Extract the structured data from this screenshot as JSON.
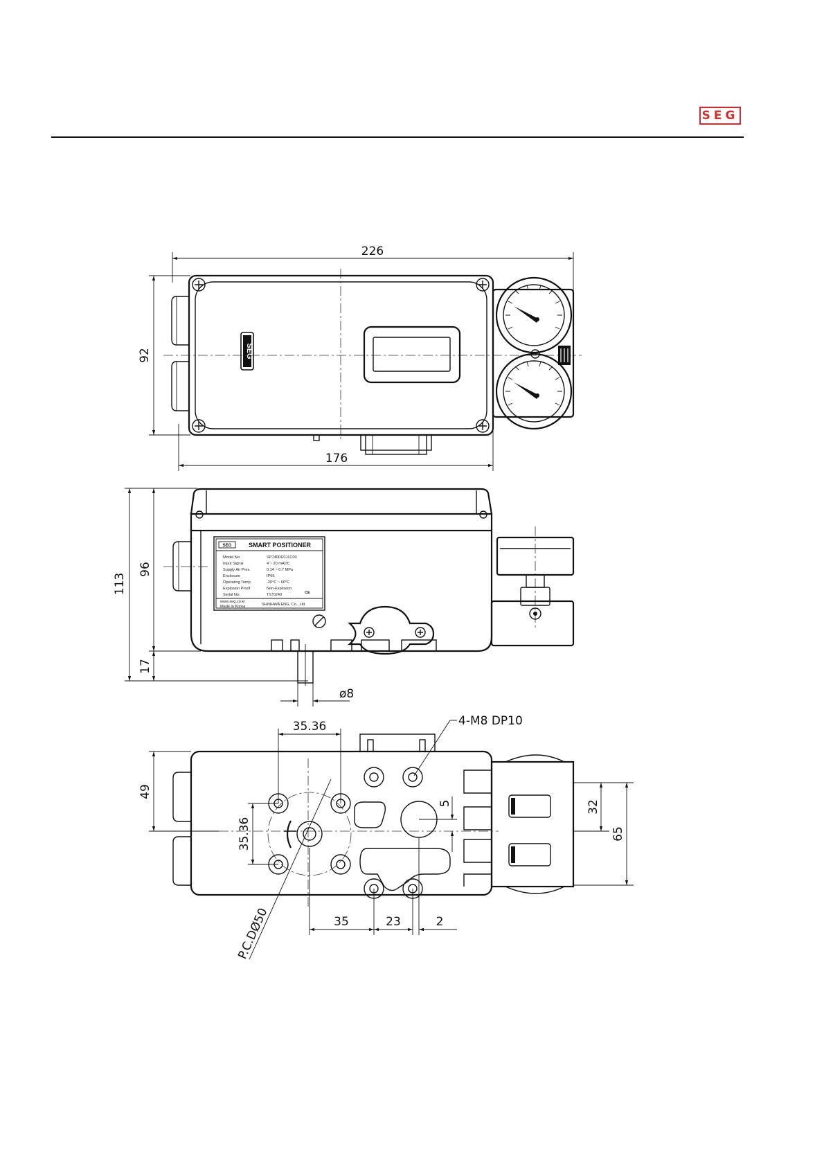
{
  "header": {
    "logo_text": "SEG",
    "logo_color": "#d52b2b"
  },
  "front_view": {
    "badge": "SEG",
    "dims": {
      "width_overall": "226",
      "height": "92",
      "body_width": "176"
    }
  },
  "side_view": {
    "nameplate": {
      "logo": "SEG",
      "title": "SMART POSITIONER",
      "rows": [
        {
          "label": "Model No.",
          "value": "SP740DR111C00"
        },
        {
          "label": "Input Signal",
          "value": "4 ~ 20 mADC"
        },
        {
          "label": "Supply Air Pres.",
          "value": "0.14 ~ 0.7 MPa"
        },
        {
          "label": "Enclosure",
          "value": "IP66"
        },
        {
          "label": "Operating Temp.",
          "value": "-20°C ~ 60°C"
        },
        {
          "label": "Explosion Proof",
          "value": "Non-Explosion"
        },
        {
          "label": "Serial No.",
          "value": "T170240"
        }
      ],
      "ce_mark": "CE",
      "website": "www.seg.co.kr",
      "origin": "Made in Korea",
      "manufacturer": "SHINHWA ENG. Co., Ltd."
    },
    "dims": {
      "total_height": "113",
      "body_height": "96",
      "shaft_length": "17",
      "shaft_diameter": "ø8"
    }
  },
  "bottom_view": {
    "callout": "4-M8 DP10",
    "pcd": "P.C.DØ50",
    "dims": {
      "top_spacing": "35.36",
      "left_spacing": "35.36",
      "offset_left": "49",
      "offset_5": "5",
      "right_32": "32",
      "right_65": "65",
      "bottom_35": "35",
      "bottom_23": "23",
      "bottom_2": "2"
    }
  }
}
